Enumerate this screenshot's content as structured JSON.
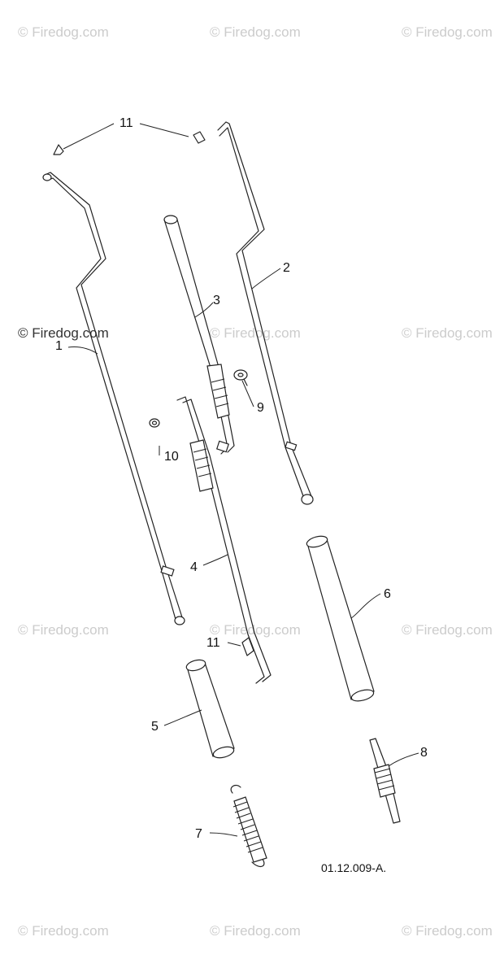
{
  "watermark": "© Firedog.com",
  "diagram_code": "01.12.009-A.",
  "callouts": {
    "c1": "1",
    "c2": "2",
    "c3": "3",
    "c4": "4",
    "c5": "5",
    "c6": "6",
    "c7": "7",
    "c8": "8",
    "c9": "9",
    "c10": "10",
    "c11a": "11",
    "c11b": "11"
  },
  "colors": {
    "line": "#222222",
    "watermark": "#cccccc"
  }
}
